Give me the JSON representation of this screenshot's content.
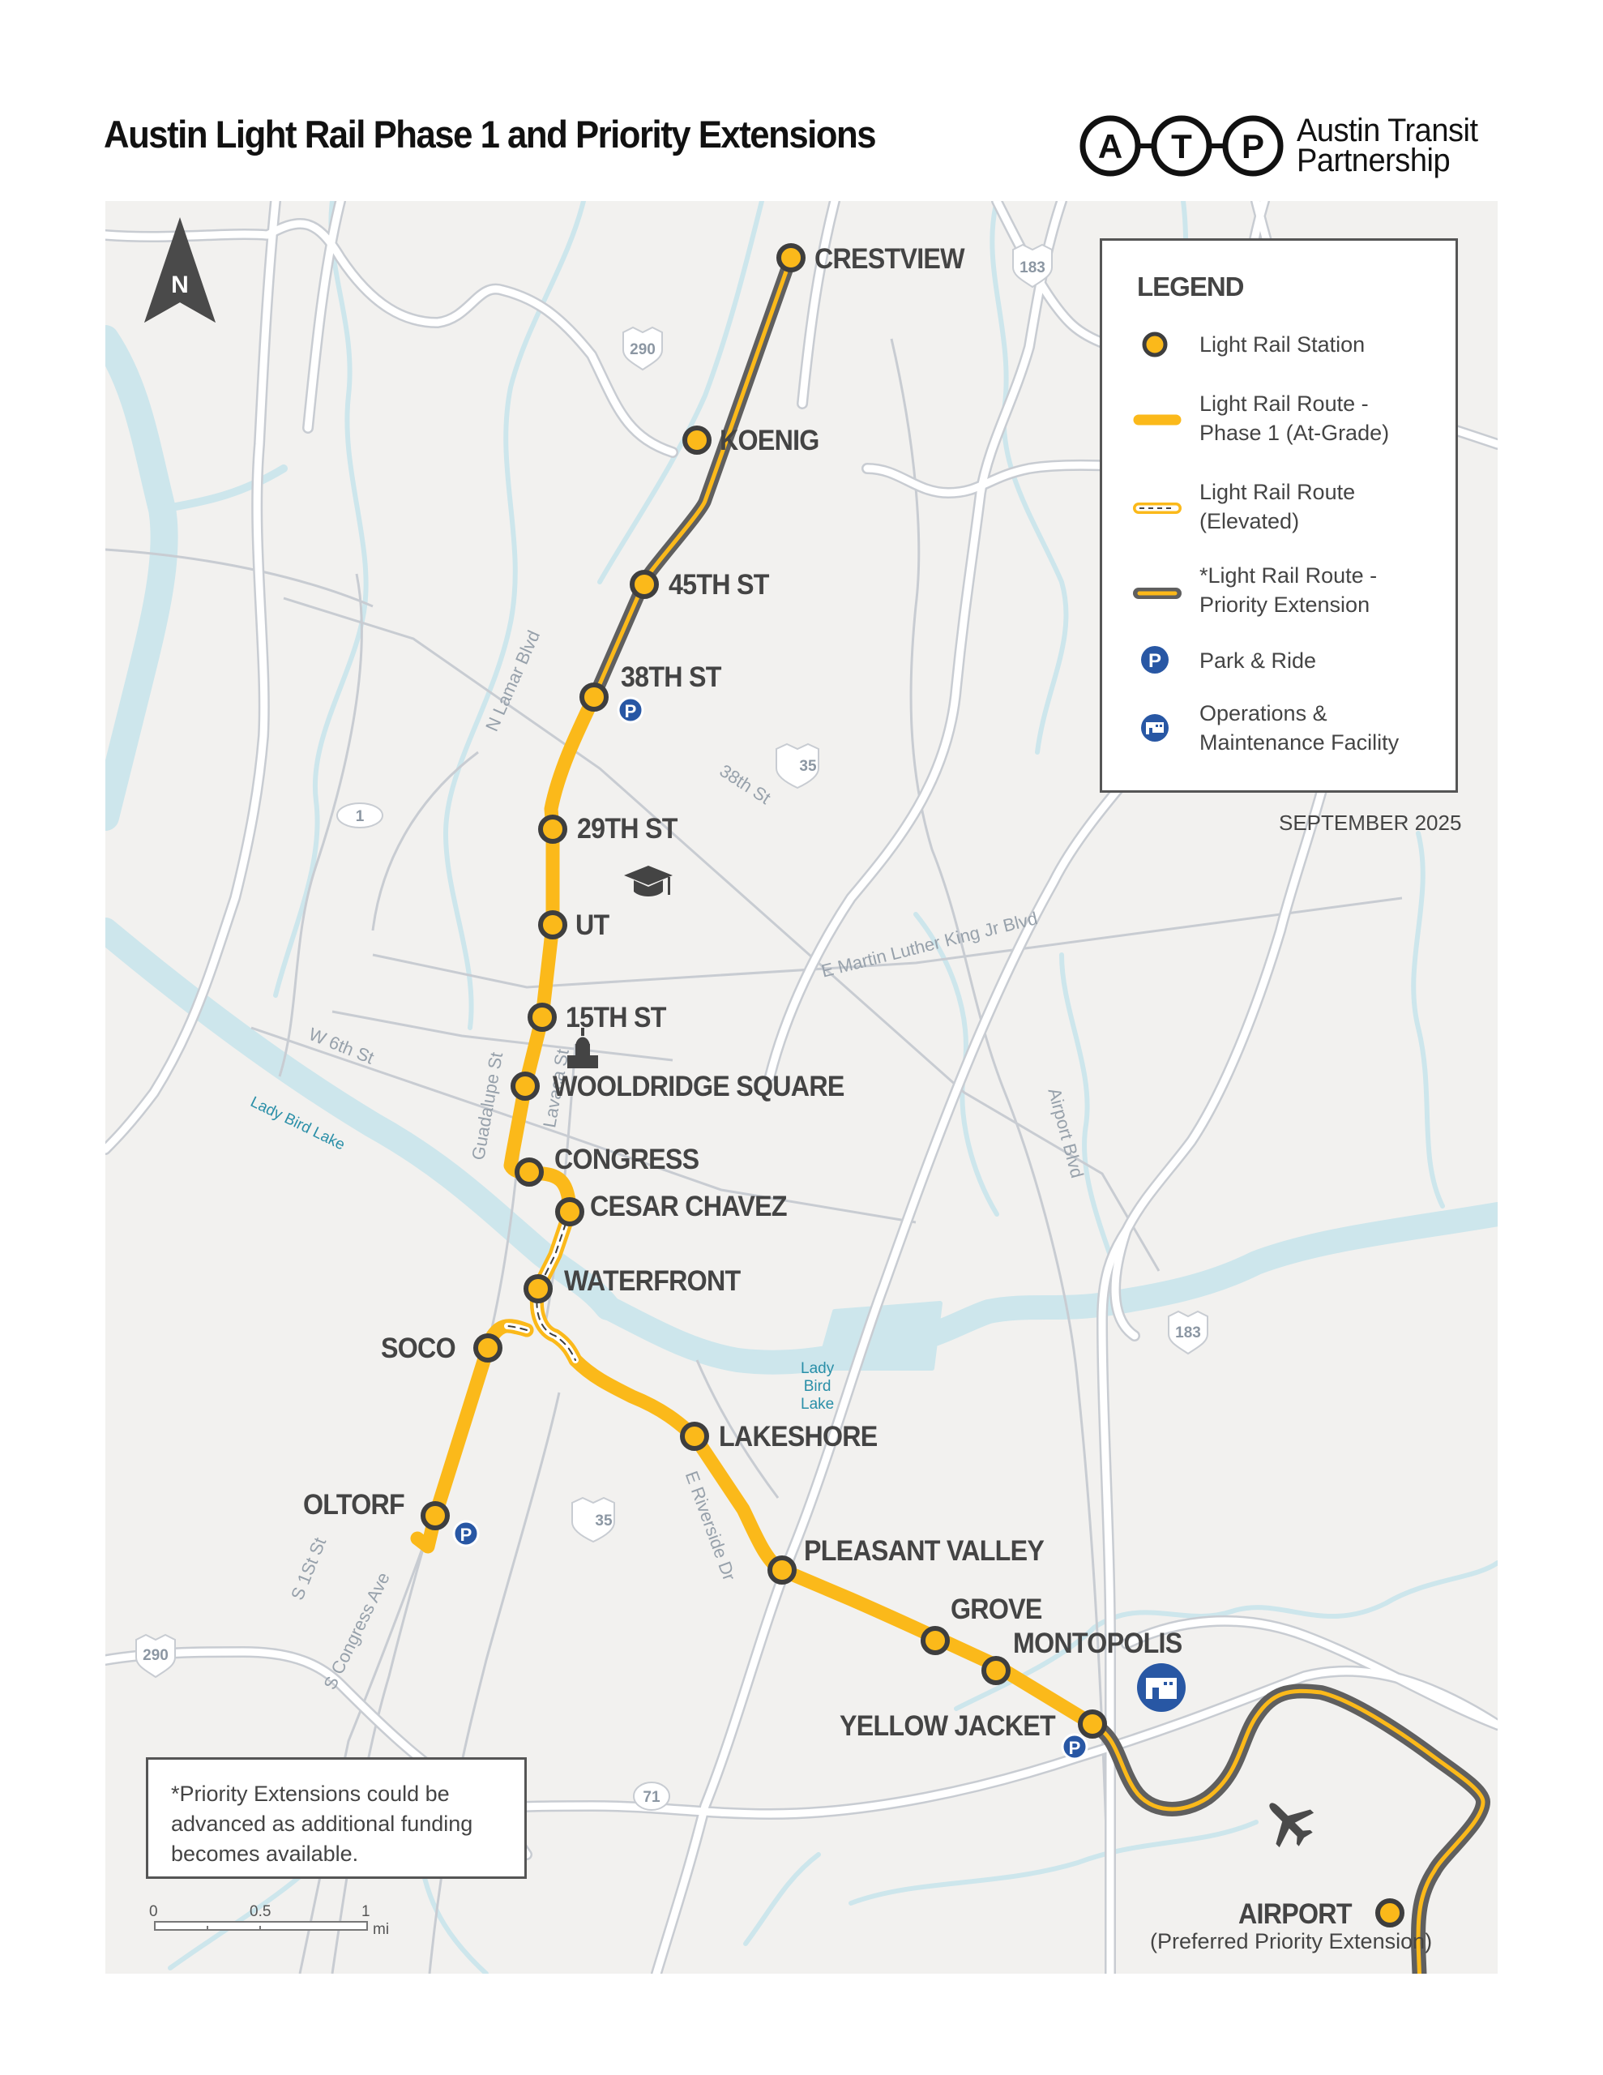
{
  "header": {
    "title": "Austin Light Rail Phase 1 and Priority Extensions",
    "logo": {
      "letters": [
        "A",
        "T",
        "P"
      ],
      "text_line1": "Austin Transit",
      "text_line2": "Partnership"
    }
  },
  "colors": {
    "rail_yellow": "#fbb91a",
    "extension_gray": "#5f5f5f",
    "station_ring": "#3e3e3e",
    "park_ride_blue": "#2857a4",
    "map_background": "#f2f1ef",
    "water": "#cde6ec",
    "road_white": "#ffffff",
    "road_minor": "#c8ccd2"
  },
  "compass": {
    "label": "N"
  },
  "legend": {
    "title": "LEGEND",
    "items": [
      {
        "icon": "station-icon",
        "label_line1": "Light Rail Station",
        "label_line2": ""
      },
      {
        "icon": "route-at-grade-icon",
        "label_line1": "Light Rail Route -",
        "label_line2": "Phase 1 (At-Grade)"
      },
      {
        "icon": "route-elevated-icon",
        "label_line1": "Light Rail Route",
        "label_line2": "(Elevated)"
      },
      {
        "icon": "route-priority-extension-icon",
        "label_line1": "*Light Rail Route -",
        "label_line2": "Priority Extension"
      },
      {
        "icon": "park-ride-icon",
        "label_line1": "Park & Ride",
        "label_line2": ""
      },
      {
        "icon": "maintenance-facility-icon",
        "label_line1": "Operations &",
        "label_line2": "Maintenance Facility"
      }
    ],
    "date": "SEPTEMBER 2025"
  },
  "stations": [
    {
      "name": "CRESTVIEW",
      "segment": "priority-extension"
    },
    {
      "name": "KOENIG",
      "segment": "priority-extension"
    },
    {
      "name": "45TH ST",
      "segment": "priority-extension"
    },
    {
      "name": "38TH ST",
      "segment": "phase-1",
      "park_and_ride": true
    },
    {
      "name": "29TH ST",
      "segment": "phase-1"
    },
    {
      "name": "UT",
      "segment": "phase-1"
    },
    {
      "name": "15TH ST",
      "segment": "phase-1"
    },
    {
      "name": "WOOLDRIDGE SQUARE",
      "segment": "phase-1"
    },
    {
      "name": "CONGRESS",
      "segment": "phase-1"
    },
    {
      "name": "CESAR CHAVEZ",
      "segment": "phase-1"
    },
    {
      "name": "WATERFRONT",
      "segment": "phase-1"
    },
    {
      "name": "SOCO",
      "segment": "phase-1"
    },
    {
      "name": "OLTORF",
      "segment": "phase-1",
      "park_and_ride": true
    },
    {
      "name": "LAKESHORE",
      "segment": "phase-1"
    },
    {
      "name": "PLEASANT VALLEY",
      "segment": "phase-1"
    },
    {
      "name": "GROVE",
      "segment": "phase-1"
    },
    {
      "name": "MONTOPOLIS",
      "segment": "phase-1",
      "maintenance_facility": true
    },
    {
      "name": "YELLOW JACKET",
      "segment": "phase-1",
      "park_and_ride": true
    },
    {
      "name": "AIRPORT",
      "segment": "priority-extension",
      "sublabel": "(Preferred Priority Extension)"
    }
  ],
  "roads": {
    "street_labels": [
      "N Lamar Blvd",
      "38th St",
      "E Martin Luther King Jr Blvd",
      "W 6th St",
      "Guadalupe St",
      "Lavaca St",
      "Airport Blvd",
      "E Riverside Dr",
      "S 1St St",
      "S Congress Ave"
    ],
    "shields": [
      {
        "type": "us",
        "number": "183"
      },
      {
        "type": "us",
        "number": "290"
      },
      {
        "type": "interstate",
        "number": "35"
      },
      {
        "type": "state",
        "number": "1"
      },
      {
        "type": "interstate",
        "number": "35"
      },
      {
        "type": "us",
        "number": "183"
      },
      {
        "type": "us",
        "number": "290"
      },
      {
        "type": "state",
        "number": "71"
      }
    ]
  },
  "water_labels": {
    "river_west": "Lady Bird Lake",
    "lake_east": [
      "Lady",
      "Bird",
      "Lake"
    ]
  },
  "landmarks": [
    "graduation-cap-icon",
    "capitol-icon",
    "airplane-icon"
  ],
  "note": {
    "line1": "*Priority Extensions could be",
    "line2": "advanced as additional funding",
    "line3": "becomes available."
  },
  "scale_bar": {
    "ticks": [
      "0",
      "0.5",
      "1"
    ],
    "unit": "mi"
  }
}
